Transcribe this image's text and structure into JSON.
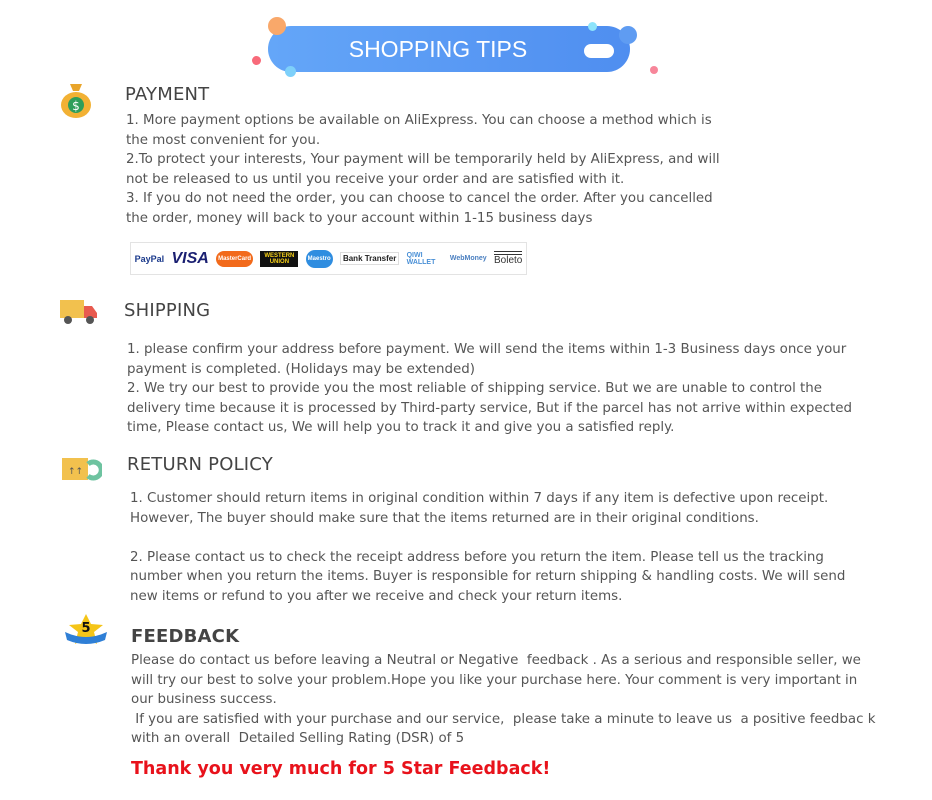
{
  "banner": {
    "title": "SHOPPING TIPS"
  },
  "payment": {
    "title": "PAYMENT",
    "icon": "money-bag-icon",
    "text": "1. More payment options be available on AliExpress. You can choose a method which is\nthe most convenient for you.\n2.To protect your interests, Your payment will be temporarily held by AliExpress, and will\nnot be released to us until you receive your order and are satisfied with it.\n3. If you do not need the order, you can choose to cancel the order. After you cancelled\nthe order, money will back to your account within 1-15 business days",
    "methods": [
      "PayPal",
      "VISA",
      "MasterCard",
      "WESTERN UNION",
      "Maestro",
      "Bank Transfer",
      "QIWI WALLET",
      "WebMoney",
      "Boleto"
    ]
  },
  "shipping": {
    "title": "SHIPPING",
    "icon": "delivery-truck-icon",
    "text": "1. please confirm your address before payment. We will send the items within 1-3 Business days once your\npayment is completed. (Holidays may be extended)\n2. We try our best to provide you the most reliable of shipping service. But we are unable to control the\ndelivery time because it is processed by Third-party service, But if the parcel has not arrive within expected\ntime, Please contact us, We will help you to track it and give you a satisfied reply."
  },
  "returns": {
    "title": "RETURN POLICY",
    "icon": "return-box-icon",
    "text": "1. Customer should return items in original condition within 7 days if any item is defective upon receipt.\nHowever, The buyer should make sure that the items returned are in their original conditions.\n\n2. Please contact us to check the receipt address before you return the item. Please tell us the tracking\nnumber when you return the items. Buyer is responsible for return shipping & handling costs. We will send\nnew items or refund to you after we receive and check your return items."
  },
  "feedback": {
    "title": "FEEDBACK",
    "icon": "five-star-badge-icon",
    "badge_number": "5",
    "text": "Please do contact us before leaving a Neutral or Negative  feedback . As a serious and responsible seller, we\nwill try our best to solve your problem.Hope you like your purchase here. Your comment is very important in\nour business success.\n If you are satisfied with your purchase and our service,  please take a minute to leave us  a positive feedbac k\nwith an overall  Detailed Selling Rating (DSR) of 5",
    "thanks": "Thank you very much for 5 Star Feedback!",
    "thanks_color": "#e8121b"
  }
}
